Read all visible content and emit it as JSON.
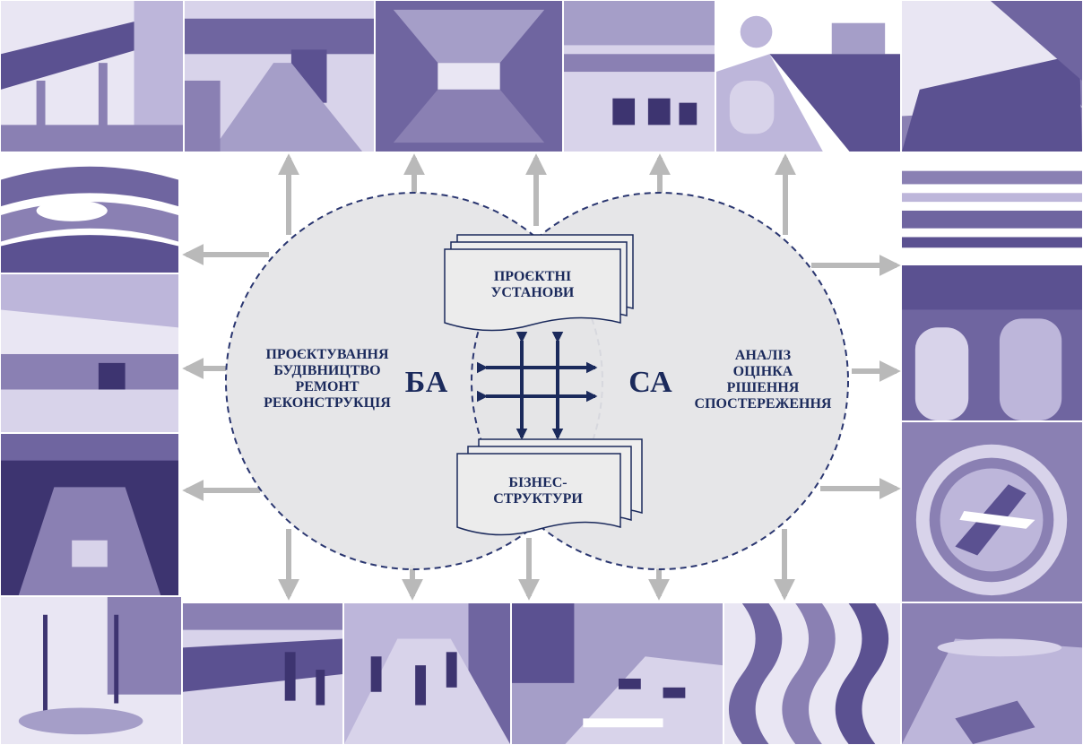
{
  "left_circle": {
    "abbr": "БА",
    "lines": [
      "ПРОЄКТУВАННЯ",
      "БУДІВНИЦТВО",
      "РЕМОНТ",
      "РЕКОНСТРУКЦІЯ"
    ]
  },
  "right_circle": {
    "abbr": "СА",
    "lines": [
      "АНАЛІЗ",
      "ОЦІНКА",
      "РІШЕННЯ",
      "СПОСТЕРЕЖЕННЯ"
    ]
  },
  "top_box": {
    "lines": [
      "ПРОЄКТНІ",
      "УСТАНОВИ"
    ]
  },
  "bottom_box": {
    "lines": [
      "БІЗНЕС-",
      "СТРУКТУРИ"
    ]
  },
  "colors": {
    "photo_tint": "#8a80b3",
    "photo_dark": "#5b5191",
    "photo_light": "#d8d3ea",
    "circle_fill": "#e4e4e6",
    "circle_stroke": "#2a3670",
    "arrow_gray": "#b9b9b9",
    "text_navy": "#1b2a5c"
  },
  "icons": [
    "double-arrow-grid-icon"
  ]
}
